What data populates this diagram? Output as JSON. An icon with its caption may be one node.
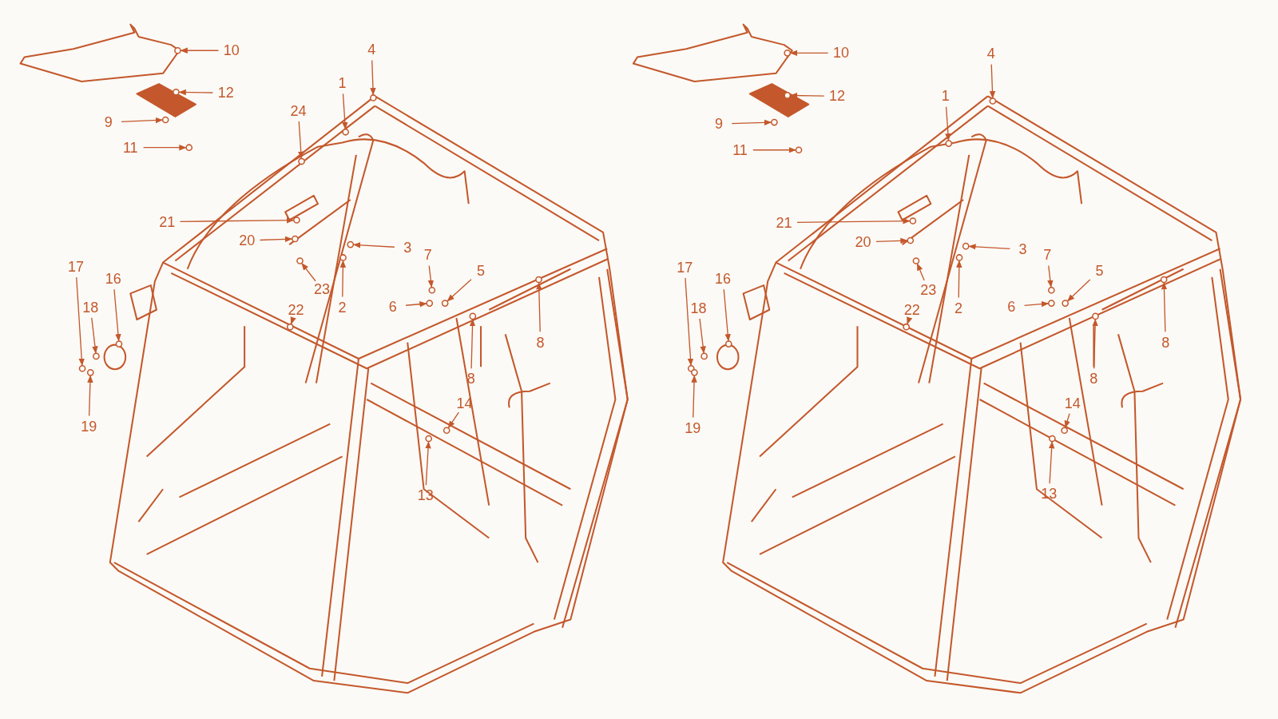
{
  "diagram": {
    "nodes": [
      {
        "text": [
          "10"
        ]
      },
      {
        "text": [],
        "shape": "circle"
      },
      {
        "text": [
          "4"
        ]
      },
      {
        "text": [],
        "shape": "circle"
      },
      {
        "text": [
          "1"
        ]
      },
      {
        "text": [],
        "shape": "circle"
      },
      {
        "text": [
          "12"
        ]
      },
      {
        "text": [],
        "shape": "circle"
      },
      {
        "text": [
          "24"
        ]
      },
      {
        "text": [],
        "shape": "circle"
      },
      {
        "text": [
          "9"
        ]
      },
      {
        "text": [],
        "shape": "circle"
      },
      {
        "text": [
          "11"
        ]
      },
      {
        "text": [],
        "shape": "circle"
      },
      {
        "text": [
          "21"
        ]
      },
      {
        "text": [],
        "shape": "circle"
      },
      {
        "text": [
          "20"
        ]
      },
      {
        "text": [],
        "shape": "circle"
      },
      {
        "text": [
          "3"
        ]
      },
      {
        "text": [],
        "shape": "circle"
      },
      {
        "text": [
          "7"
        ]
      },
      {
        "text": [],
        "shape": "circle"
      },
      {
        "text": [
          "5"
        ]
      },
      {
        "text": [],
        "shape": "circle"
      },
      {
        "text": [
          "16"
        ]
      },
      {
        "text": [],
        "shape": "circle"
      },
      {
        "text": [
          "17"
        ]
      },
      {
        "text": [],
        "shape": "circle"
      },
      {
        "text": [
          "23"
        ]
      },
      {
        "text": [],
        "shape": "circle"
      },
      {
        "text": [
          "18"
        ]
      },
      {
        "text": [],
        "shape": "circle"
      },
      {
        "text": [
          "6"
        ]
      },
      {
        "text": [],
        "shape": "circle"
      },
      {
        "text": [
          "2"
        ]
      },
      {
        "text": [],
        "shape": "circle"
      },
      {
        "text": [
          "22"
        ]
      },
      {
        "text": [],
        "shape": "circle"
      },
      {
        "text": [
          "8"
        ]
      },
      {
        "text": [],
        "shape": "circle"
      },
      {
        "text": [
          "8"
        ]
      },
      {
        "text": [],
        "shape": "circle"
      },
      {
        "text": [
          "14"
        ]
      },
      {
        "text": [],
        "shape": "circle"
      },
      {
        "text": [
          "19"
        ]
      },
      {
        "text": [],
        "shape": "circle"
      },
      {
        "text": [
          "13"
        ]
      },
      {
        "text": [],
        "shape": "circle"
      },
      {
        "text": [
          "10"
        ]
      },
      {
        "text": [],
        "shape": "circle"
      },
      {
        "text": [
          "4"
        ]
      },
      {
        "text": [],
        "shape": "circle"
      },
      {
        "text": [
          "1"
        ]
      },
      {
        "text": [],
        "shape": "circle"
      },
      {
        "text": [
          "12"
        ]
      },
      {
        "text": [],
        "shape": "circle"
      },
      {
        "text": [
          "9"
        ]
      },
      {
        "text": [],
        "shape": "circle"
      },
      {
        "text": [
          "11"
        ]
      },
      {
        "text": [],
        "shape": "circle"
      },
      {
        "text": [
          "21"
        ]
      },
      {
        "text": [],
        "shape": "circle"
      },
      {
        "text": [
          "20"
        ]
      },
      {
        "text": [],
        "shape": "circle"
      },
      {
        "text": [
          "3"
        ]
      },
      {
        "text": [],
        "shape": "circle"
      },
      {
        "text": [
          "7"
        ]
      },
      {
        "text": [],
        "shape": "circle"
      },
      {
        "text": [
          "5"
        ]
      },
      {
        "text": [],
        "shape": "circle"
      },
      {
        "text": [
          "16"
        ]
      },
      {
        "text": [],
        "shape": "circle"
      },
      {
        "text": [
          "17"
        ]
      },
      {
        "text": [],
        "shape": "circle"
      },
      {
        "text": [
          "23"
        ]
      },
      {
        "text": [],
        "shape": "circle"
      },
      {
        "text": [
          "18"
        ]
      },
      {
        "text": [],
        "shape": "circle"
      },
      {
        "text": [
          "6"
        ]
      },
      {
        "text": [],
        "shape": "circle"
      },
      {
        "text": [
          "2"
        ]
      },
      {
        "text": [],
        "shape": "circle"
      },
      {
        "text": [
          "22"
        ]
      },
      {
        "text": [],
        "shape": "circle"
      },
      {
        "text": [
          "8"
        ]
      },
      {
        "text": [],
        "shape": "circle"
      },
      {
        "text": [
          "8"
        ]
      },
      {
        "text": [],
        "shape": "circle"
      },
      {
        "text": [
          "14"
        ]
      },
      {
        "text": [],
        "shape": "circle"
      },
      {
        "text": [
          "19"
        ]
      },
      {
        "text": [],
        "shape": "circle"
      },
      {
        "text": [
          "13"
        ]
      },
      {
        "text": [],
        "shape": "circle"
      }
    ],
    "edges": [
      {
        "from": 0,
        "to": 1,
        "arrow": "to"
      },
      {
        "from": 2,
        "to": 3,
        "arrow": "to"
      },
      {
        "from": 4,
        "to": 5,
        "arrow": "to"
      },
      {
        "from": 6,
        "to": 7,
        "arrow": "to"
      },
      {
        "from": 8,
        "to": 9,
        "arrow": "to"
      },
      {
        "from": 10,
        "to": 11,
        "arrow": "to"
      },
      {
        "from": 12,
        "to": 13,
        "arrow": "to"
      },
      {
        "from": 14,
        "to": 15,
        "arrow": "to"
      },
      {
        "from": 16,
        "to": 17,
        "arrow": "to"
      },
      {
        "from": 18,
        "to": 19,
        "arrow": "to"
      },
      {
        "from": 20,
        "to": 21,
        "arrow": "to"
      },
      {
        "from": 22,
        "to": 23,
        "arrow": "to"
      },
      {
        "from": 24,
        "to": 25,
        "arrow": "to"
      },
      {
        "from": 26,
        "to": 27,
        "arrow": "to"
      },
      {
        "from": 28,
        "to": 29,
        "arrow": "to"
      },
      {
        "from": 30,
        "to": 31,
        "arrow": "to"
      },
      {
        "from": 32,
        "to": 33,
        "arrow": "to"
      },
      {
        "from": 34,
        "to": 35,
        "arrow": "to"
      },
      {
        "from": 36,
        "to": 37,
        "arrow": "to"
      },
      {
        "from": 38,
        "to": 39,
        "arrow": "to"
      },
      {
        "from": 40,
        "to": 41,
        "arrow": "to"
      },
      {
        "from": 42,
        "to": 43,
        "arrow": "to"
      },
      {
        "from": 44,
        "to": 45,
        "arrow": "to"
      },
      {
        "from": 46,
        "to": 47,
        "arrow": "to"
      },
      {
        "from": 48,
        "to": 49,
        "arrow": "to"
      },
      {
        "from": 50,
        "to": 51,
        "arrow": "to"
      },
      {
        "from": 52,
        "to": 53,
        "arrow": "to"
      },
      {
        "from": 54,
        "to": 55,
        "arrow": "to"
      },
      {
        "from": 56,
        "to": 57,
        "arrow": "to"
      },
      {
        "from": 58,
        "to": 59,
        "arrow": "to"
      },
      {
        "from": 60,
        "to": 61,
        "arrow": "to"
      },
      {
        "from": 62,
        "to": 63,
        "arrow": "to"
      },
      {
        "from": 64,
        "to": 65,
        "arrow": "to"
      },
      {
        "from": 66,
        "to": 67,
        "arrow": "to"
      },
      {
        "from": 68,
        "to": 69,
        "arrow": "to"
      },
      {
        "from": 70,
        "to": 71,
        "arrow": "to"
      },
      {
        "from": 72,
        "to": 73,
        "arrow": "to"
      },
      {
        "from": 74,
        "to": 75,
        "arrow": "to"
      },
      {
        "from": 76,
        "to": 77,
        "arrow": "to"
      },
      {
        "from": 78,
        "to": 79,
        "arrow": "to"
      },
      {
        "from": 80,
        "to": 81,
        "arrow": "to"
      },
      {
        "from": 82,
        "to": 83,
        "arrow": "to"
      },
      {
        "from": 84,
        "to": 85,
        "arrow": "to"
      },
      {
        "from": 86,
        "to": 87,
        "arrow": "to"
      },
      {
        "from": 88,
        "to": 89,
        "arrow": "to"
      },
      {
        "from": 90,
        "to": 91,
        "arrow": "to"
      },
      {
        "from": 92,
        "to": 93,
        "arrow": "to"
      }
    ]
  }
}
